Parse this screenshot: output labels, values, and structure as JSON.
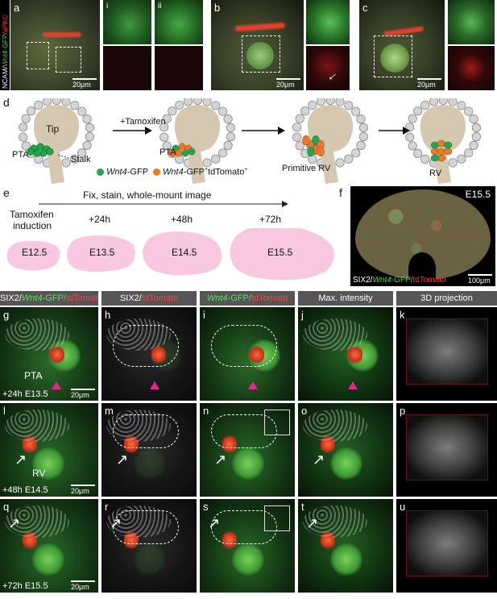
{
  "top_row": {
    "vertical_label_parts": [
      "NCAM/",
      "Wnt4",
      "-GFP/",
      "aPKC"
    ],
    "panels": [
      {
        "letter": "a",
        "scale": "20μm",
        "insets": [
          "i",
          "ii",
          "",
          ""
        ]
      },
      {
        "letter": "b",
        "scale": "20μm"
      },
      {
        "letter": "c",
        "scale": "20μm"
      }
    ]
  },
  "schematic_d": {
    "letter": "d",
    "tip": "Tip",
    "tamoxifen": "+Tamoxifen",
    "pta1": "PTA",
    "stalk": "Stalk",
    "pta2": "PTA",
    "primitive_rv": "Primitive RV",
    "rv": "RV",
    "legend_gfp": "Wnt4-GFP",
    "legend_gfp_tdt_a": "Wnt4",
    "legend_gfp_tdt_b": "-GFP",
    "legend_gfp_tdt_c": "+",
    "legend_gfp_tdt_d": "tdTomato",
    "legend_gfp_tdt_e": "+",
    "legend_gfp_word": "Wnt4",
    "legend_gfp_word2": "-GFP"
  },
  "timeline_e": {
    "letter": "e",
    "header": "Fix, stain, whole-mount image",
    "induction_a": "Tamoxifen",
    "induction_b": "induction",
    "times": [
      "+24h",
      "+48h",
      "+72h"
    ],
    "stages": [
      "E12.5",
      "E13.5",
      "E14.5",
      "E15.5"
    ]
  },
  "panel_f": {
    "letter": "f",
    "stage": "E15.5",
    "scale": "100μm",
    "label_a": "SIX2/",
    "label_b": "Wnt4",
    "label_c": "-GFP/",
    "label_d": "tdTomato"
  },
  "column_headers": {
    "h1a": "SIX2/",
    "h1b": "Wnt4",
    "h1c": "-GFP/",
    "h1d": "tdTomato",
    "h2a": "SIX2/",
    "h2b": "tdTomato",
    "h3a": "Wnt4",
    "h3b": "-GFP/",
    "h3c": "tdTomato",
    "h4": "Max. intensity",
    "h5": "3D projection"
  },
  "rows": [
    {
      "letters": [
        "g",
        "h",
        "i",
        "j",
        "k"
      ],
      "time": "+24h E13.5",
      "label": "PTA",
      "scale": "20μm"
    },
    {
      "letters": [
        "l",
        "m",
        "n",
        "o",
        "p"
      ],
      "time": "+48h E14.5",
      "label": "RV",
      "scale": "20μm"
    },
    {
      "letters": [
        "q",
        "r",
        "s",
        "t",
        "u"
      ],
      "time": "+72h E15.5",
      "label": "",
      "scale": "20μm"
    }
  ],
  "colors": {
    "gfp": "#2fbf3a",
    "tdtomato": "#f0481e",
    "six2": "#d8d8d8",
    "pink": "#e0288c",
    "orange": "#f07820",
    "green_dot": "#22a84a"
  }
}
